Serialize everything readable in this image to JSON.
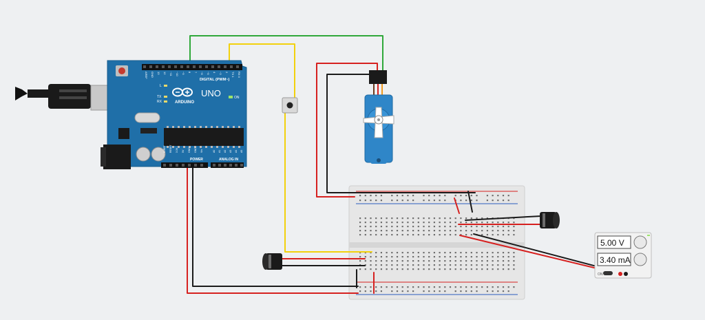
{
  "arduino": {
    "brand": "ARDUINO",
    "model": "UNO",
    "header_digital": "DIGITAL (PWM~)",
    "header_power": "POWER",
    "header_analog": "ANALOG IN",
    "on_label": "ON",
    "led_l": "L",
    "led_tx": "TX",
    "led_rx": "RX",
    "digital_pins": [
      "AREF",
      "GND",
      "13",
      "12",
      "~11",
      "~10",
      "~9",
      "8",
      "7",
      "~6",
      "~5",
      "4",
      "~3",
      "2",
      "TX 1",
      "RX 0"
    ],
    "power_pins": [
      "IOREF",
      "RESET",
      "3.3V",
      "5V",
      "GND",
      "GND",
      "Vin"
    ],
    "analog_pins": [
      "A0",
      "A1",
      "A2",
      "A3",
      "A4",
      "A5"
    ]
  },
  "power_supply": {
    "voltage": "5.00 V",
    "current": "3.40 mA",
    "switch_label": "ON"
  },
  "colors": {
    "background": "#eef0f2",
    "board": "#1f6fa8",
    "wire_red": "#d6201f",
    "wire_black": "#1a1a1a",
    "wire_green": "#2fa83a",
    "wire_yellow": "#f2d10c",
    "servo": "#2f86c8",
    "breadboard": "#e6e6e6"
  },
  "icons": {
    "usb": "usb-connector-icon",
    "dc_jack": "dc-jack-icon",
    "reset": "reset-button-icon"
  }
}
